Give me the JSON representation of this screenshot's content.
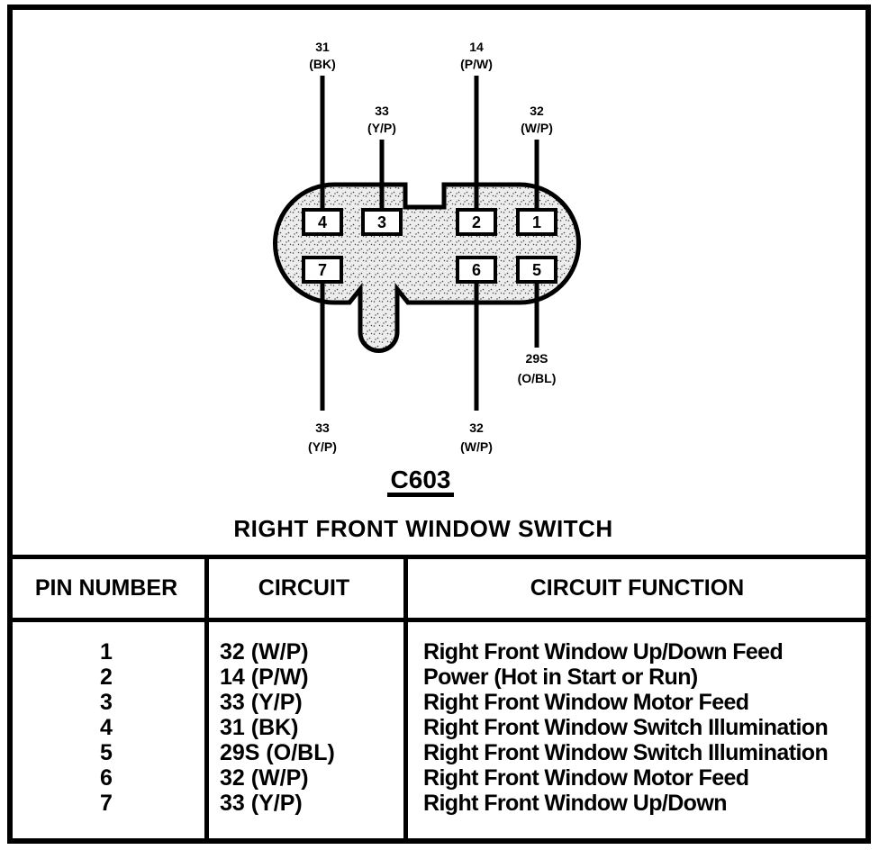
{
  "connector_label": "C603",
  "title": "RIGHT FRONT WINDOW SWITCH",
  "pins": [
    "4",
    "3",
    "2",
    "1",
    "7",
    "6",
    "5"
  ],
  "wire_labels": [
    {
      "circuit": "31",
      "color": "(BK)"
    },
    {
      "circuit": "33",
      "color": "(Y/P)"
    },
    {
      "circuit": "14",
      "color": "(P/W)"
    },
    {
      "circuit": "32",
      "color": "(W/P)"
    },
    {
      "circuit": "33",
      "color": "(Y/P)"
    },
    {
      "circuit": "32",
      "color": "(W/P)"
    },
    {
      "circuit": "29S",
      "color": "(O/BL)"
    }
  ],
  "table": {
    "headers": [
      "PIN NUMBER",
      "CIRCUIT",
      "CIRCUIT FUNCTION"
    ],
    "rows": [
      {
        "pin": "1",
        "circuit": "32 (W/P)",
        "function": "Right Front Window Up/Down Feed"
      },
      {
        "pin": "2",
        "circuit": "14 (P/W)",
        "function": "Power (Hot in Start or Run)"
      },
      {
        "pin": "3",
        "circuit": "33 (Y/P)",
        "function": "Right Front Window Motor Feed"
      },
      {
        "pin": "4",
        "circuit": "31 (BK)",
        "function": "Right Front Window Switch Illumination"
      },
      {
        "pin": "5",
        "circuit": "29S (O/BL)",
        "function": "Right Front Window Switch Illumination"
      },
      {
        "pin": "6",
        "circuit": "32 (W/P)",
        "function": "Right Front Window Motor Feed"
      },
      {
        "pin": "7",
        "circuit": "33 (Y/P)",
        "function": "Right Front Window Up/Down"
      }
    ]
  },
  "colors": {
    "ink": "#000000",
    "paper": "#ffffff",
    "stipple_bg": "#ededed",
    "stipple_dot": "#404040"
  }
}
